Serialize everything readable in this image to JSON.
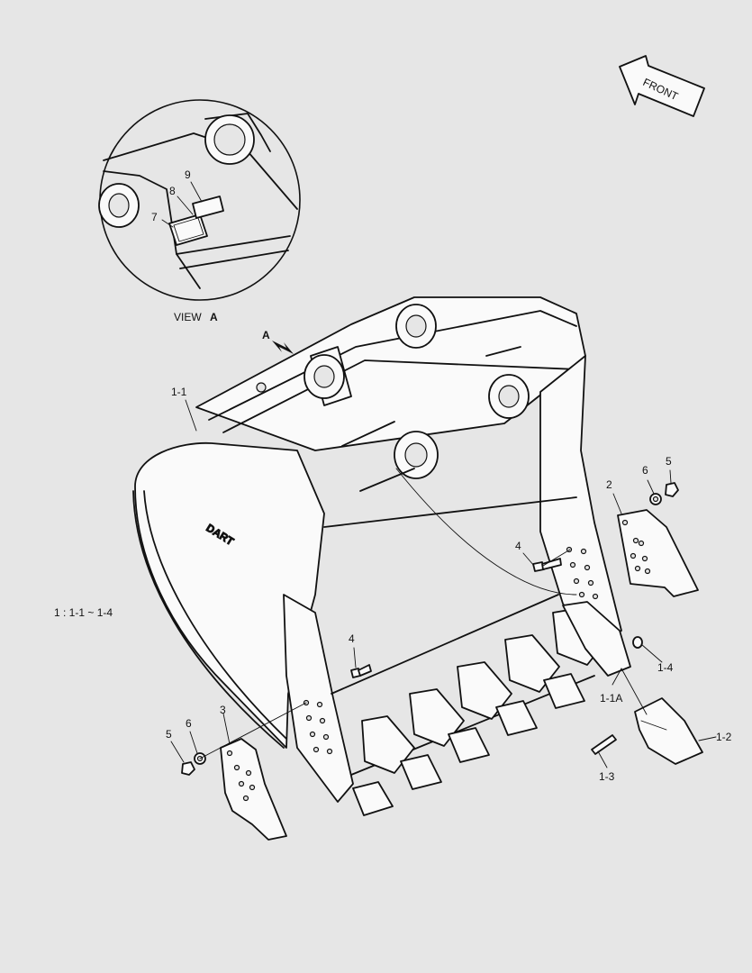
{
  "front_label": "FRONT",
  "view": {
    "prefix": "VIEW",
    "letter": "A"
  },
  "view_arrow_letter": "A",
  "brand": "DART",
  "note": "1 : 1-1 ~ 1-4",
  "callouts": {
    "c1_1": "1-1",
    "c1_1a": "1-1A",
    "c1_2": "1-2",
    "c1_3": "1-3",
    "c1_4": "1-4",
    "c2": "2",
    "c3": "3",
    "c4_upper": "4",
    "c4_lower": "4",
    "c5_right": "5",
    "c5_left": "5",
    "c6_right": "6",
    "c6_left": "6",
    "c7": "7",
    "c8": "8",
    "c9": "9"
  }
}
